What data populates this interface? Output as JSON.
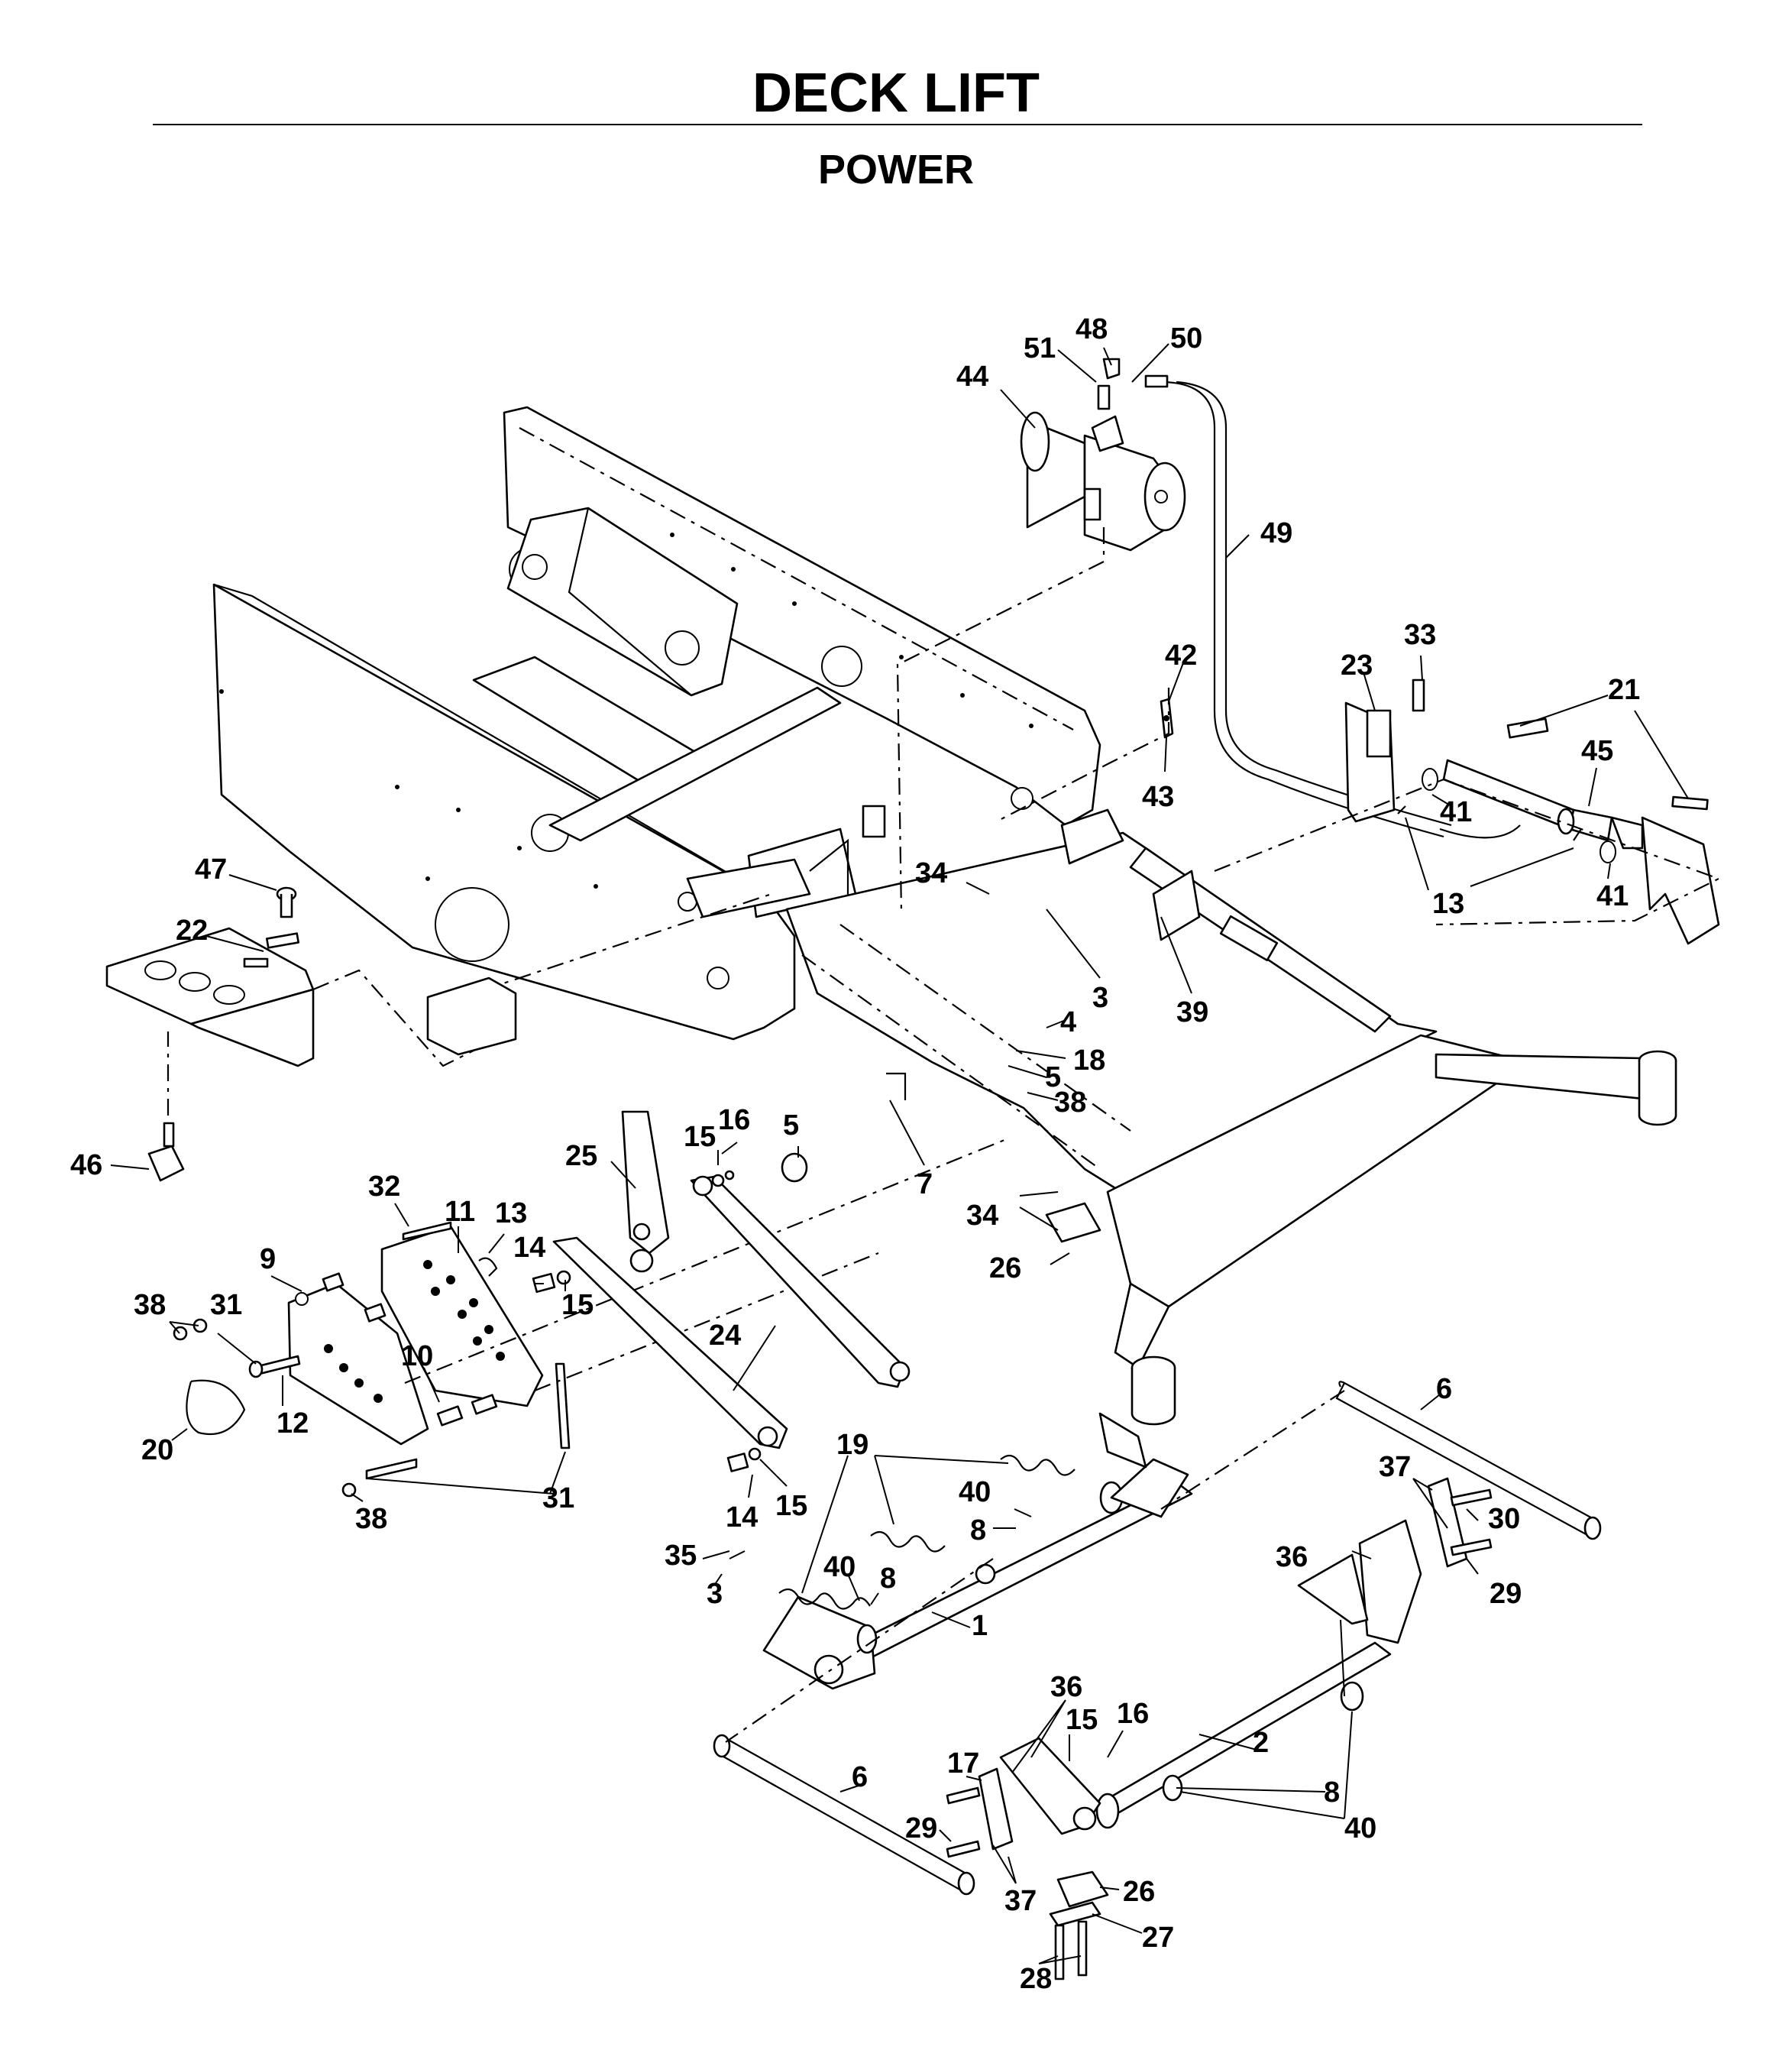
{
  "header": {
    "title": "DECK LIFT",
    "subtitle": "POWER"
  },
  "callouts": [
    {
      "id": "c48",
      "text": "48"
    },
    {
      "id": "c50",
      "text": "50"
    },
    {
      "id": "c51",
      "text": "51"
    },
    {
      "id": "c44",
      "text": "44"
    },
    {
      "id": "c49",
      "text": "49"
    },
    {
      "id": "c33",
      "text": "33"
    },
    {
      "id": "c23",
      "text": "23"
    },
    {
      "id": "c21",
      "text": "21"
    },
    {
      "id": "c42",
      "text": "42"
    },
    {
      "id": "c45",
      "text": "45"
    },
    {
      "id": "c43",
      "text": "43"
    },
    {
      "id": "c41a",
      "text": "41"
    },
    {
      "id": "c41b",
      "text": "41"
    },
    {
      "id": "c13a",
      "text": "13"
    },
    {
      "id": "c47",
      "text": "47"
    },
    {
      "id": "c34a",
      "text": "34"
    },
    {
      "id": "c22",
      "text": "22"
    },
    {
      "id": "c3a",
      "text": "3"
    },
    {
      "id": "c39",
      "text": "39"
    },
    {
      "id": "c4",
      "text": "4"
    },
    {
      "id": "c18",
      "text": "18"
    },
    {
      "id": "c5a",
      "text": "5"
    },
    {
      "id": "c38a",
      "text": "38"
    },
    {
      "id": "c46",
      "text": "46"
    },
    {
      "id": "c16a",
      "text": "16"
    },
    {
      "id": "c15a",
      "text": "15"
    },
    {
      "id": "c5b",
      "text": "5"
    },
    {
      "id": "c25",
      "text": "25"
    },
    {
      "id": "c7",
      "text": "7"
    },
    {
      "id": "c32",
      "text": "32"
    },
    {
      "id": "c11",
      "text": "11"
    },
    {
      "id": "c13b",
      "text": "13"
    },
    {
      "id": "c34b",
      "text": "34"
    },
    {
      "id": "c9",
      "text": "9"
    },
    {
      "id": "c14a",
      "text": "14"
    },
    {
      "id": "c26a",
      "text": "26"
    },
    {
      "id": "c15b",
      "text": "15"
    },
    {
      "id": "c38b",
      "text": "38"
    },
    {
      "id": "c31a",
      "text": "31"
    },
    {
      "id": "c24",
      "text": "24"
    },
    {
      "id": "c10",
      "text": "10"
    },
    {
      "id": "c12",
      "text": "12"
    },
    {
      "id": "c20",
      "text": "20"
    },
    {
      "id": "c6a",
      "text": "6"
    },
    {
      "id": "c19",
      "text": "19"
    },
    {
      "id": "c14b",
      "text": "14"
    },
    {
      "id": "c15c",
      "text": "15"
    },
    {
      "id": "c37a",
      "text": "37"
    },
    {
      "id": "c40a",
      "text": "40"
    },
    {
      "id": "c30",
      "text": "30"
    },
    {
      "id": "c31b",
      "text": "31"
    },
    {
      "id": "c38c",
      "text": "38"
    },
    {
      "id": "c8a",
      "text": "8"
    },
    {
      "id": "c35",
      "text": "35"
    },
    {
      "id": "c36a",
      "text": "36"
    },
    {
      "id": "c29a",
      "text": "29"
    },
    {
      "id": "c40b",
      "text": "40"
    },
    {
      "id": "c8b",
      "text": "8"
    },
    {
      "id": "c3b",
      "text": "3"
    },
    {
      "id": "c1",
      "text": "1"
    },
    {
      "id": "c36b",
      "text": "36"
    },
    {
      "id": "c15d",
      "text": "15"
    },
    {
      "id": "c16b",
      "text": "16"
    },
    {
      "id": "c2",
      "text": "2"
    },
    {
      "id": "c17",
      "text": "17"
    },
    {
      "id": "c6b",
      "text": "6"
    },
    {
      "id": "c8c",
      "text": "8"
    },
    {
      "id": "c29b",
      "text": "29"
    },
    {
      "id": "c40c",
      "text": "40"
    },
    {
      "id": "c26b",
      "text": "26"
    },
    {
      "id": "c37b",
      "text": "37"
    },
    {
      "id": "c27",
      "text": "27"
    },
    {
      "id": "c28",
      "text": "28"
    }
  ]
}
